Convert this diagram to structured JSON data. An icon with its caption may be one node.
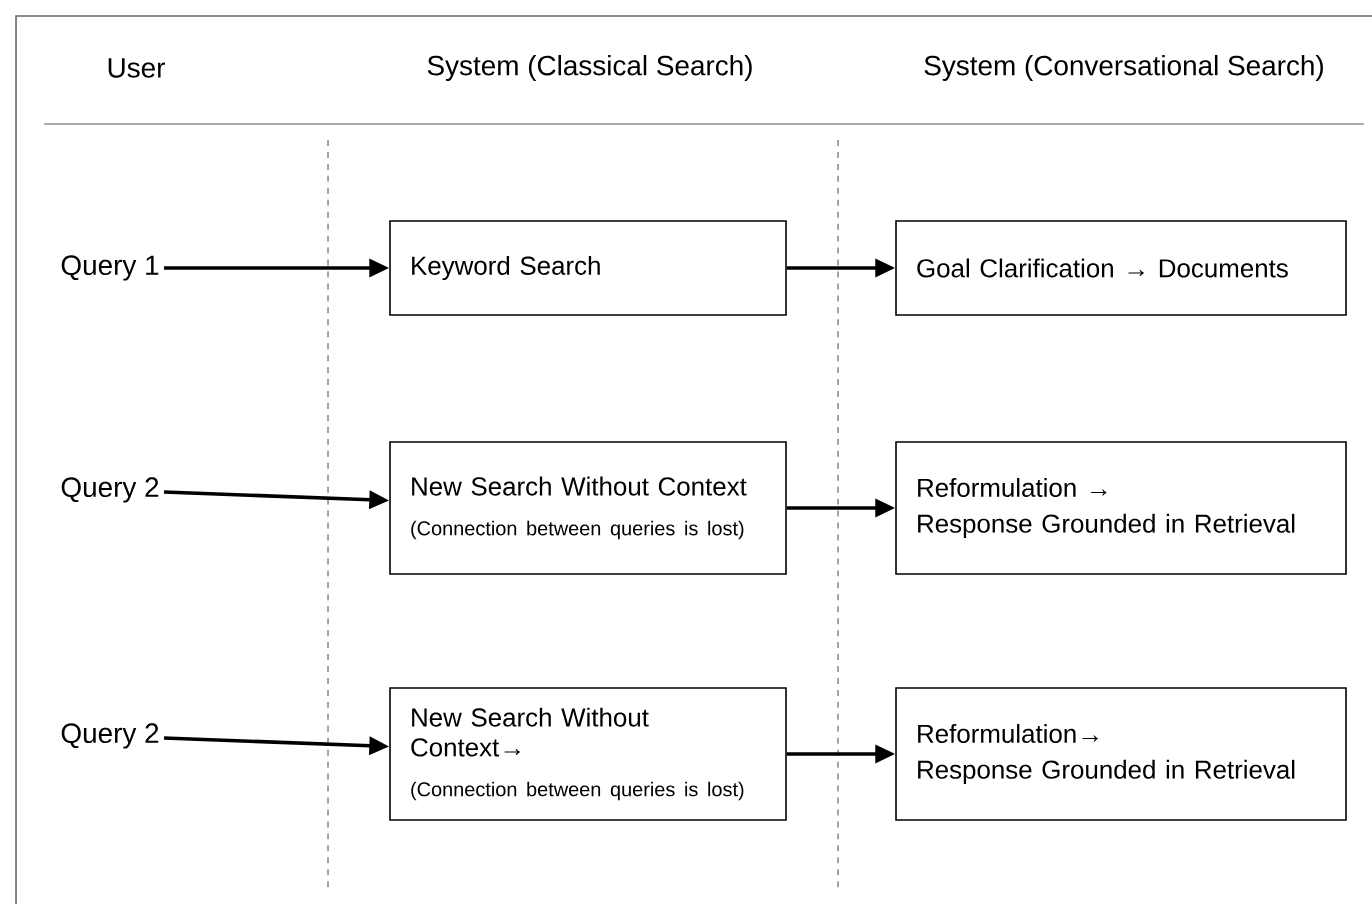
{
  "diagram": {
    "nodes": [
      {
        "text": [
          "Query 1"
        ]
      },
      {
        "text": [
          "Keyword Search"
        ]
      },
      {
        "text": [
          "Goal Clarification → Documents"
        ]
      },
      {
        "text": [
          "Query 2"
        ]
      },
      {
        "text": [
          "New Search Without Context",
          "(Connection between queries is lost)"
        ]
      },
      {
        "text": [
          "Reformulation →",
          "Response Grounded in Retrieval"
        ]
      },
      {
        "text": [
          "Query 2"
        ]
      },
      {
        "text": [
          "New Search Without Context→",
          "(Connection between queries is lost)"
        ]
      },
      {
        "text": [
          "Reformulation→",
          "Response Grounded in Retrieval"
        ]
      }
    ],
    "edges": [
      {
        "from": 0,
        "to": 1,
        "arrow": "to"
      },
      {
        "from": 1,
        "to": 2,
        "arrow": "to"
      },
      {
        "from": 3,
        "to": 4,
        "arrow": "to"
      },
      {
        "from": 4,
        "to": 5,
        "arrow": "to"
      },
      {
        "from": 6,
        "to": 7,
        "arrow": "to"
      },
      {
        "from": 7,
        "to": 8,
        "arrow": "to"
      }
    ],
    "labels": [
      "User",
      "System (Classical Search)",
      "System (Conversational Search)"
    ]
  }
}
